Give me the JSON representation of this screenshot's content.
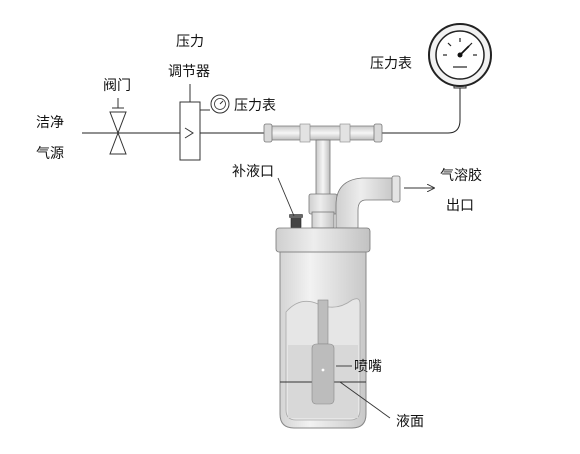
{
  "labels": {
    "clean_gas_line1": "洁净",
    "clean_gas_line2": "气源",
    "valve": "阀门",
    "regulator_line1": "压力",
    "regulator_line2": "调节器",
    "gauge_small": "压力表",
    "gauge_large": "压力表",
    "refill_port": "补液口",
    "aerosol_outlet_line1": "气溶胶",
    "aerosol_outlet_line2": "出口",
    "nozzle": "喷嘴",
    "liquid_surface": "液面"
  }
}
